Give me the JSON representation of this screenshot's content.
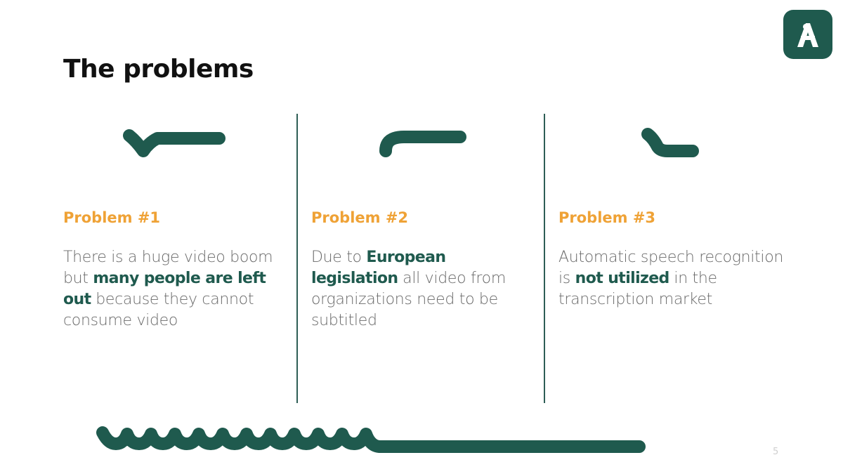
{
  "slide": {
    "title": "The problems",
    "page_number": "5",
    "logo_icon": "letter-a-logo-icon",
    "colors": {
      "brand_green": "#1f5a4e",
      "accent_orange": "#efa236",
      "body_gray": "#6a6a6a"
    }
  },
  "problems": [
    {
      "heading": "Problem #1",
      "icon": "squiggle-connector-icon",
      "text": [
        {
          "t": "There is a huge video boom but ",
          "bold": false
        },
        {
          "t": "many people are left out",
          "bold": true
        },
        {
          "t": " because they cannot consume video",
          "bold": false
        }
      ]
    },
    {
      "heading": "Problem #2",
      "icon": "curve-connector-icon",
      "text": [
        {
          "t": "Due to ",
          "bold": false
        },
        {
          "t": "European legislation",
          "bold": true
        },
        {
          "t": " all video from organizations need to be subtitled",
          "bold": false
        }
      ]
    },
    {
      "heading": "Problem #3",
      "icon": "step-connector-icon",
      "text": [
        {
          "t": "Automatic speech recognition is ",
          "bold": false
        },
        {
          "t": "not utilized",
          "bold": true
        },
        {
          "t": " in the transcription market",
          "bold": false
        }
      ]
    }
  ]
}
